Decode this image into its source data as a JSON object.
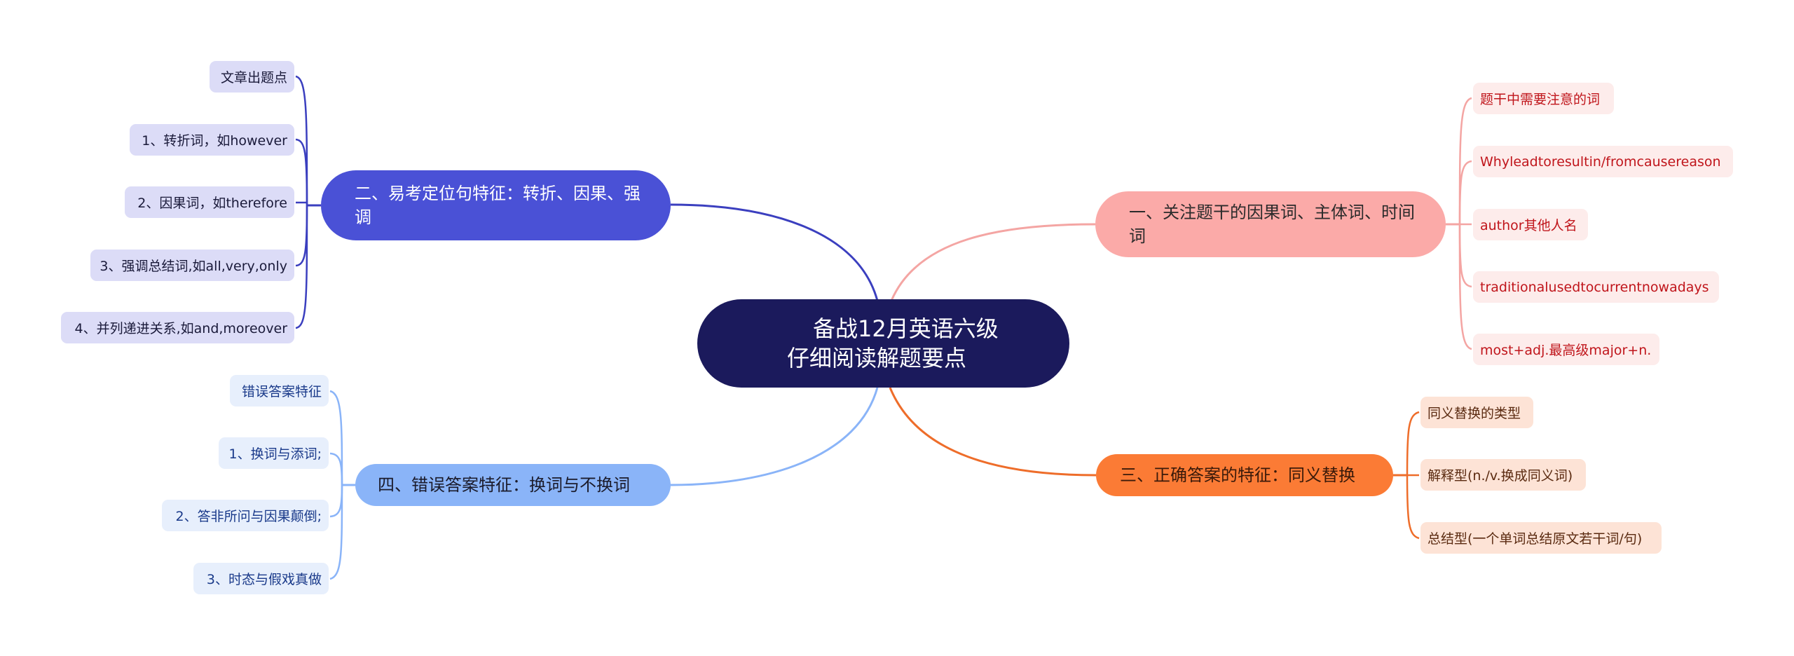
{
  "mindmap": {
    "root": {
      "line1": "备战12月英语六级",
      "line2": "仔细阅读解题要点",
      "color": "#1b1a5c"
    },
    "branches": [
      {
        "id": "b1",
        "label": "一、关注题干的因果词、主体词、时间词",
        "color": "#fbaaa8",
        "leaf_text_color": "#c0151b",
        "leaves": [
          "题干中需要注意的词",
          "Whyleadtoresultin/fromcausereason",
          "author其他人名",
          "traditionalusedtocurrentnowadays",
          "most+adj.最高级major+n."
        ]
      },
      {
        "id": "b2",
        "label": "二、易考定位句特征：转折、因果、强调",
        "color": "#4a51d6",
        "leaf_text_color": "#1a1a3a",
        "leaves": [
          "文章出题点",
          "1、转折词，如however",
          "2、因果词，如therefore",
          "3、强调总结词,如all,very,only",
          "4、并列递进关系,如and,moreover"
        ]
      },
      {
        "id": "b3",
        "label": "三、正确答案的特征：同义替换",
        "color": "#fb7b35",
        "leaf_text_color": "#5a2a10",
        "leaves": [
          "同义替换的类型",
          "解释型(n./v.换成同义词)",
          "总结型(一个单词总结原文若干词/句)"
        ]
      },
      {
        "id": "b4",
        "label": "四、错误答案特征：换词与不换词",
        "color": "#8ab4f8",
        "leaf_text_color": "#1a3a8a",
        "leaves": [
          "错误答案特征",
          "1、换词与添词;",
          "2、答非所问与因果颠倒;",
          "3、时态与假戏真做"
        ]
      }
    ]
  }
}
